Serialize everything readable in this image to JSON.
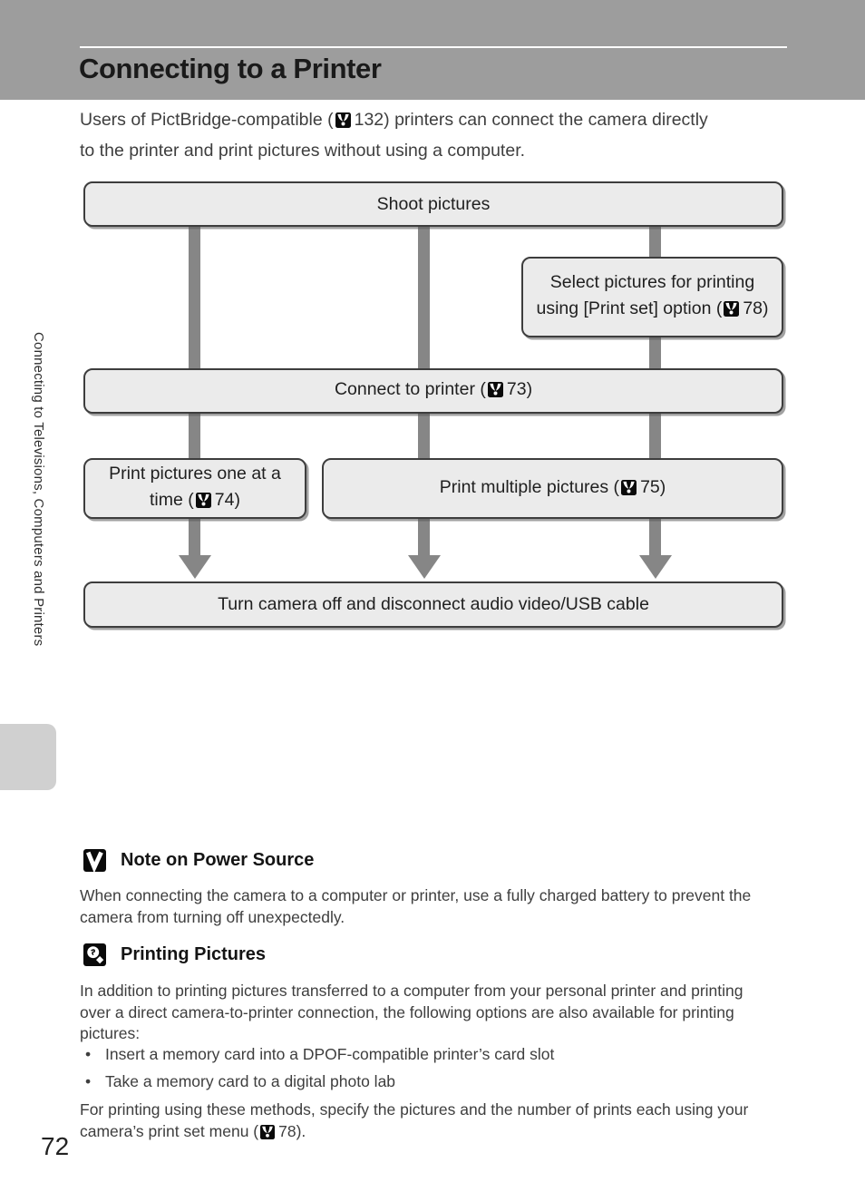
{
  "colors": {
    "header_band": "#9d9d9d",
    "box_fill": "#ebebeb",
    "box_border": "#3d3d3d",
    "connector_gray": "#868686",
    "sidebar_tab": "#d0d0d0"
  },
  "header": {
    "title": "Connecting to a Printer"
  },
  "sidebar": {
    "label": "Connecting to Televisions, Computers and Printers"
  },
  "intro": {
    "line1_pre": "Users of PictBridge-compatible (",
    "line1_ref": "132",
    "line1_post": ") printers can connect the camera directly",
    "line2": "to the printer and print pictures without using a computer."
  },
  "flowchart": {
    "shoot_label": "Shoot pictures",
    "select_pre": "Select pictures for printing using [Print set] option (",
    "select_ref": "78",
    "select_post": ")",
    "connect_pre": "Connect to printer (",
    "connect_ref": "73",
    "connect_post": ")",
    "print_one_pre": "Print pictures one at a time (",
    "print_one_ref": "74",
    "print_one_post": ")",
    "print_multi_pre": "Print multiple pictures (",
    "print_multi_ref": "75",
    "print_multi_post": ")",
    "turn_off_label": "Turn camera off and disconnect audio video/USB cable"
  },
  "note": {
    "heading": "Note on Power Source",
    "line1": "When connecting the camera to a computer or printer, use a fully charged battery to prevent the",
    "line2": "camera from turning off unexpectedly."
  },
  "printing": {
    "heading": "Printing Pictures",
    "line1": "In addition to printing pictures transferred to a computer from your personal printer and printing",
    "line2": "over a direct camera-to-printer connection, the following options are also available for printing",
    "line3": "pictures:",
    "bullets": [
      "Insert a memory card into a DPOF-compatible printer’s card slot",
      "Take a memory card to a digital photo lab"
    ],
    "footer_line1": "For printing using these methods, specify the pictures and the number of prints each using your",
    "footer_line2_pre": "camera’s print set menu (",
    "footer_ref": "78",
    "footer_line2_post": ")."
  },
  "footer": {
    "page_number": "72"
  }
}
